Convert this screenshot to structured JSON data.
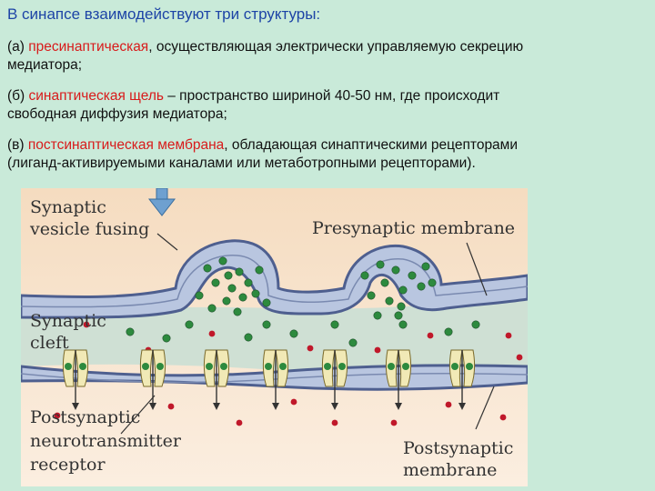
{
  "title": "В синапсе взаимодействуют три структуры:",
  "items": [
    {
      "prefix": "(а) ",
      "term": "пресинаптическая",
      "rest": ", осуществляющая электрически управляемую секрецию медиатора;"
    },
    {
      "prefix": "(б) ",
      "term": "синаптическая щель",
      "rest": " – пространство шириной 40-50 нм, где происходит свободная диффузия медиатора;"
    },
    {
      "prefix": "(в) ",
      "term": "постсинаптическая мембрана",
      "rest": ", обладающая синаптическими рецепторами (лиганд-активируемыми каналами или метаботропными рецепторами)."
    }
  ],
  "figure": {
    "labels": {
      "vesicle_1": "Synaptic",
      "vesicle_2": "vesicle fusing",
      "presyn": "Presynaptic membrane",
      "cleft_1": "Synaptic",
      "cleft_2": "cleft",
      "receptor_1": "Postsynaptic",
      "receptor_2": "neurotransmitter",
      "receptor_3": "receptor",
      "postmem_1": "Postsynaptic",
      "postmem_2": "membrane"
    },
    "colors": {
      "background_top": "#f5dcc0",
      "background_bottom": "#fbeee0",
      "membrane": "#4e5f8f",
      "membrane_fill": "#b9c6e0",
      "cleft": "#cfe0d4",
      "vesicle_green": "#2d8a3e",
      "molecule_red": "#c0182a",
      "receptor": "#f1e9b6",
      "arrow": "#6ea0d0"
    },
    "icons": [
      "down-arrow-icon",
      "receptor-icon",
      "neurotransmitter-icon"
    ]
  }
}
